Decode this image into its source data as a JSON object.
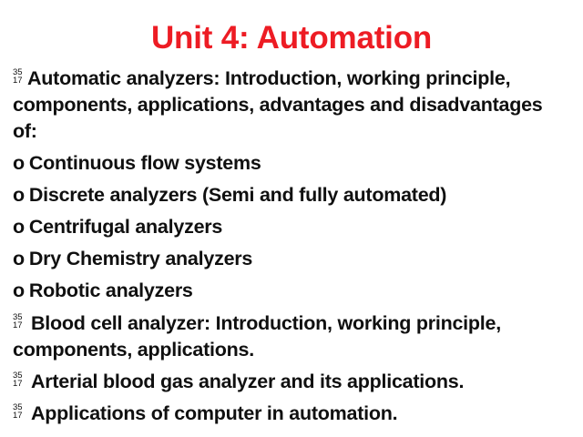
{
  "slide": {
    "title": "Unit 4: Automation",
    "title_color": "#ED1C24",
    "body_color": "#101010",
    "background_color": "#FFFFFF",
    "marker_tofu_top": "35",
    "marker_tofu_bottom": "17",
    "marker_sub_bullet": "o",
    "bullets": [
      {
        "marker": "tofu",
        "text": "Automatic analyzers: Introduction, working principle, components, applications, advantages and disadvantages of:"
      },
      {
        "marker": "o",
        "text": "Continuous flow systems"
      },
      {
        "marker": "o",
        "text": "Discrete analyzers (Semi and fully automated)"
      },
      {
        "marker": "o",
        "text": "Centrifugal analyzers"
      },
      {
        "marker": "o",
        "text": "Dry Chemistry analyzers"
      },
      {
        "marker": "o",
        "text": "Robotic analyzers"
      },
      {
        "marker": "tofu",
        "text": "Blood cell analyzer: Introduction, working principle, components, applications."
      },
      {
        "marker": "tofu",
        "text": "Arterial blood gas analyzer and its applications."
      },
      {
        "marker": "tofu",
        "text": "Applications of computer in automation."
      }
    ]
  }
}
